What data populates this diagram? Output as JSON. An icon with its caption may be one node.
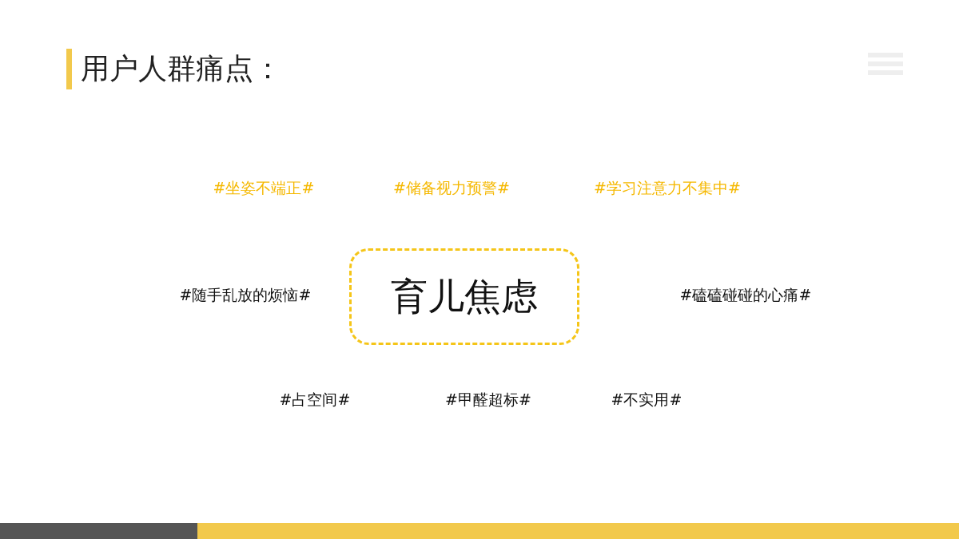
{
  "diagram": {
    "title": "用户人群痛点：",
    "nodes": [
      {
        "text": [
          "育儿焦虑"
        ]
      }
    ],
    "labels": [
      "#坐姿不端正#",
      "#储备视力预警#",
      "#学习注意力不集中#",
      "#随手乱放的烦恼#",
      "#磕磕碰碰的心痛#",
      "#占空间#",
      "#甲醛超标#",
      "#不实用#"
    ]
  }
}
